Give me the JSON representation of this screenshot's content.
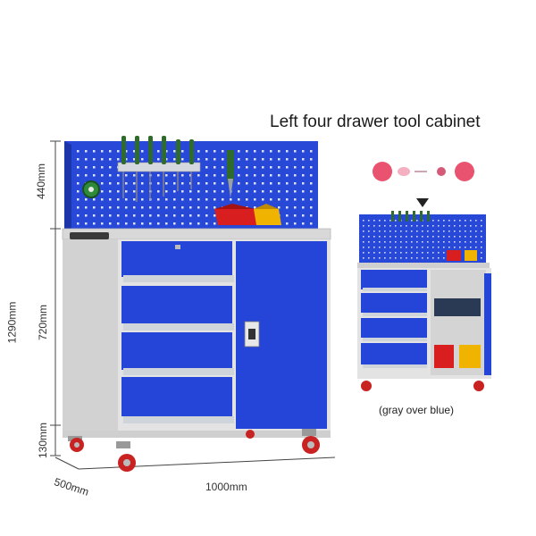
{
  "title": "Left four drawer tool cabinet",
  "variant_note": "(gray over blue)",
  "dimensions": {
    "pegboard_height": "440mm",
    "cabinet_height": "720mm",
    "total_height": "1290mm",
    "base_height": "130mm",
    "depth": "500mm",
    "width": "1000mm"
  },
  "colors": {
    "cabinet_blue": "#2445d8",
    "body_gray": "#e3e3e3",
    "handle_silver": "#cfd3da",
    "bin_red": "#d81e1e",
    "bin_yellow": "#f0b400"
  }
}
